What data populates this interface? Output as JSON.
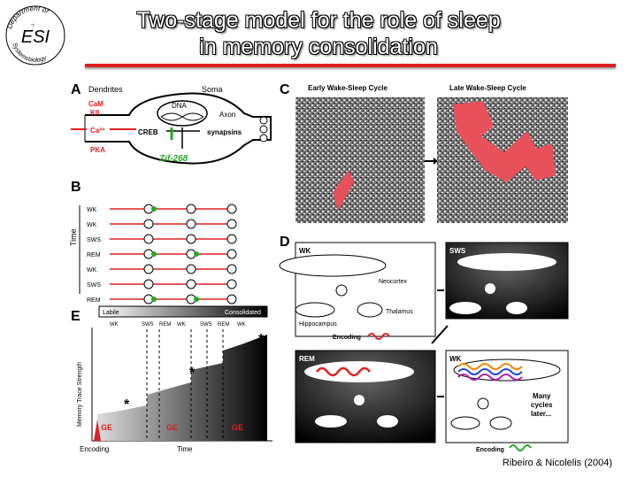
{
  "slide": {
    "title_line1": "Two-stage model for the role of sleep",
    "title_line2": "in memory consolidation",
    "credit": "Ribeiro & Nicolelis (2004)"
  },
  "logo": {
    "top_text": "Department of",
    "center_text": "ESI",
    "bottom_text": "Systemsbiology"
  },
  "panelA": {
    "label": "A",
    "dendrites": "Dendrites",
    "soma": "Soma",
    "dna": "DNA",
    "axon": "Axon",
    "creb": "CREB",
    "synapsins": "synapsins",
    "camkii_1": "CaM",
    "camkii_2": "KII",
    "ca": "Ca²⁺",
    "pka": "PKA",
    "zif": "Zif-268"
  },
  "panelB": {
    "label": "B",
    "axis": "Time",
    "rows": [
      "WK",
      "WK",
      "SWS",
      "REM",
      "WK",
      "SWS",
      "REM"
    ]
  },
  "panelC": {
    "label": "C",
    "early": "Early Wake-Sleep Cycle",
    "late": "Late Wake-Sleep Cycle"
  },
  "panelD": {
    "label": "D",
    "wk": "WK",
    "sws": "SWS",
    "rem": "REM",
    "wk2": "WK",
    "neocortex": "Neocortex",
    "thalamus": "Thalamus",
    "hippocampus": "Hippocampus",
    "encoding": "Encoding",
    "encoding2": "Encoding",
    "many1": "Many",
    "many2": "cycles",
    "many3": "later..."
  },
  "panelE": {
    "label": "E",
    "labile": "Labile",
    "consolidated": "Consolidated",
    "stages": [
      "WK",
      "SWS",
      "REM",
      "WK",
      "SWS",
      "REM",
      "WK"
    ],
    "ylabel": "Memory Trace Strength",
    "encoding": "Encoding",
    "time": "Time",
    "ge": [
      "GE",
      "GE",
      "GE"
    ],
    "star": "*"
  },
  "colors": {
    "accent": "#e02020",
    "green": "#22aa22",
    "red": "#dd2222"
  }
}
